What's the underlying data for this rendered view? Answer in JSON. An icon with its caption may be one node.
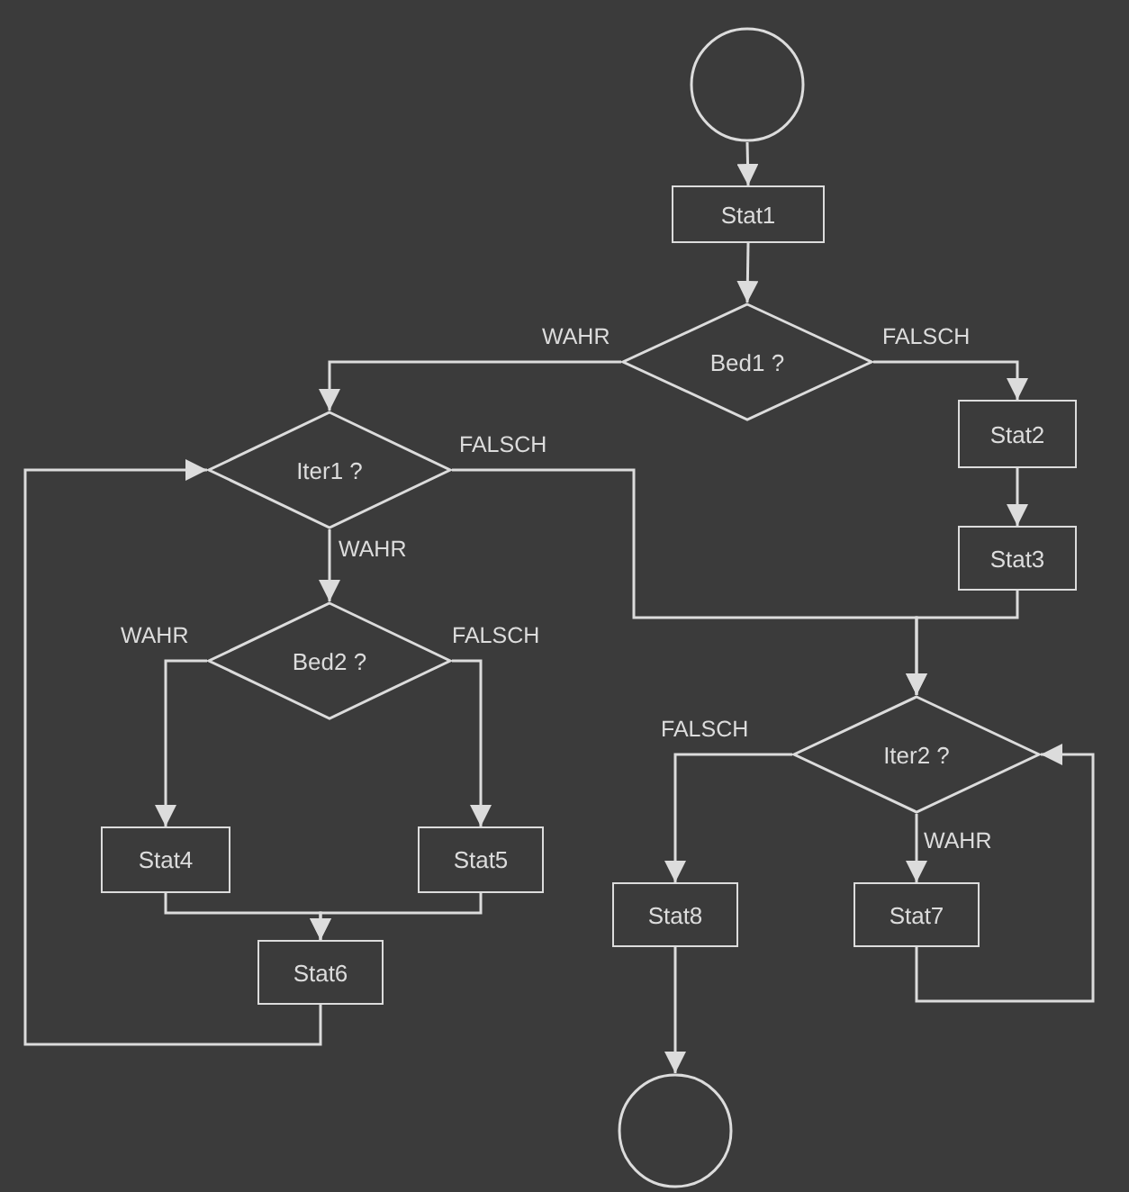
{
  "diagram": {
    "nodes": [
      {
        "text": [],
        "shape": "circle"
      },
      {
        "text": [
          "Stat1"
        ]
      },
      {
        "text": [
          "Bed1 ?"
        ]
      },
      {
        "text": [
          "Iter1 ?"
        ]
      },
      {
        "text": [
          "Stat2"
        ]
      },
      {
        "text": [
          "Stat3"
        ]
      },
      {
        "text": [
          "Bed2 ?"
        ]
      },
      {
        "text": [
          "Iter2 ?"
        ]
      },
      {
        "text": [
          "Stat4"
        ]
      },
      {
        "text": [
          "Stat5"
        ]
      },
      {
        "text": [
          "Stat8"
        ]
      },
      {
        "text": [
          "Stat7"
        ]
      },
      {
        "text": [
          "Stat6"
        ]
      },
      {
        "text": [],
        "shape": "circle"
      }
    ],
    "edges": [
      {
        "from": 0,
        "to": 1,
        "arrow": "to"
      },
      {
        "from": 1,
        "to": 2,
        "arrow": "to"
      },
      {
        "from": 2,
        "to": 3,
        "arrow": "to",
        "label": "WAHR"
      },
      {
        "from": 2,
        "to": 4,
        "arrow": "to",
        "label": "FALSCH"
      },
      {
        "from": 4,
        "to": 5,
        "arrow": "to"
      },
      {
        "from": 3,
        "to": 7,
        "arrow": "to",
        "label": "FALSCH"
      },
      {
        "from": 5,
        "to": 7,
        "arrow": "to"
      },
      {
        "from": 3,
        "to": 6,
        "arrow": "to",
        "label": "WAHR"
      },
      {
        "from": 6,
        "to": 8,
        "arrow": "to",
        "label": "WAHR"
      },
      {
        "from": 6,
        "to": 9,
        "arrow": "to",
        "label": "FALSCH"
      },
      {
        "from": 8,
        "to": 12,
        "arrow": "to"
      },
      {
        "from": 9,
        "to": 12,
        "arrow": "to"
      },
      {
        "from": 12,
        "to": 3,
        "arrow": "to"
      },
      {
        "from": 7,
        "to": 10,
        "arrow": "to",
        "label": "FALSCH"
      },
      {
        "from": 7,
        "to": 11,
        "arrow": "to",
        "label": "WAHR"
      },
      {
        "from": 11,
        "to": 7,
        "arrow": "to"
      },
      {
        "from": 10,
        "to": 13,
        "arrow": "to"
      }
    ]
  }
}
